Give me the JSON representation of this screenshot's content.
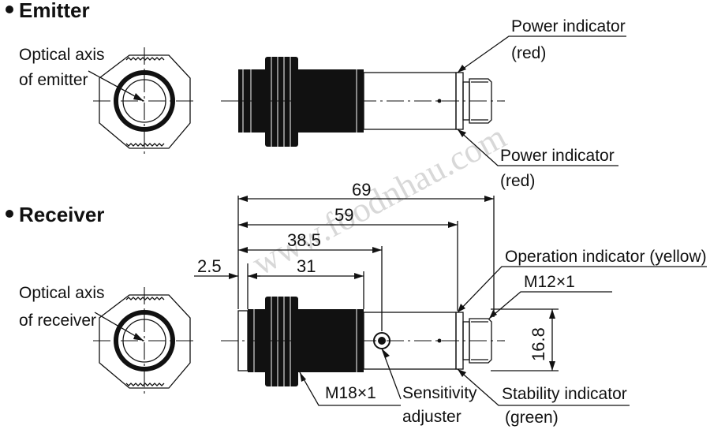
{
  "watermark": "www.foodnhau.com",
  "emitter": {
    "heading": "Emitter",
    "optical_axis_line1": "Optical axis",
    "optical_axis_line2": "of emitter",
    "power_indicator_top": "Power indicator",
    "power_indicator_top_color": "(red)",
    "power_indicator_bottom": "Power indicator",
    "power_indicator_bottom_color": "(red)"
  },
  "receiver": {
    "heading": "Receiver",
    "optical_axis_line1": "Optical axis",
    "optical_axis_line2": "of receiver",
    "operation_indicator": "Operation indicator (yellow)",
    "connector_thread": "M12×1",
    "body_thread": "M18×1",
    "sensitivity_line1": "Sensitivity",
    "sensitivity_line2": "adjuster",
    "stability_indicator": "Stability indicator",
    "stability_indicator_color": "(green)"
  },
  "dimensions": {
    "overall": "69",
    "body_length": "59",
    "adjuster_position": "38.5",
    "thread_length": "31",
    "front_offset": "2.5",
    "connector_height": "16.8"
  }
}
